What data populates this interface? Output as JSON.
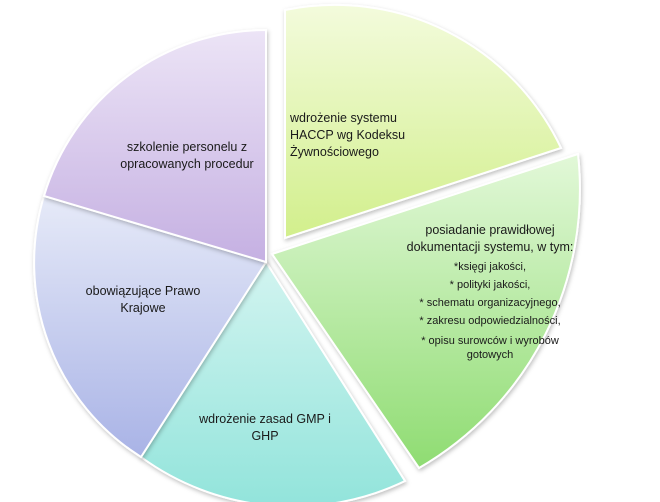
{
  "segments": {
    "haccp": {
      "lines": [
        "wdrożenie systemu",
        "HACCP wg Kodeksu",
        "Żywnościowego"
      ],
      "color_light": "#f3fbdc",
      "color_dark": "#d2ef8c"
    },
    "documentation": {
      "title_lines": [
        "posiadanie prawidłowej",
        "dokumentacji systemu, w tym:"
      ],
      "items": [
        "*księgi jakości,",
        "* polityki jakości,",
        "* schematu organizacyjnego,",
        "* zakresu odpowiedzialności,",
        "* opisu surowców i wyrobów",
        "gotowych"
      ],
      "color_light": "#e2f8d8",
      "color_dark": "#8fdc72"
    },
    "gmp": {
      "lines": [
        "wdrożenie zasad GMP i",
        "GHP"
      ],
      "color_light": "#d2f4f0",
      "color_dark": "#92e4db"
    },
    "law": {
      "lines": [
        "obowiązujące Prawo",
        "Krajowe"
      ],
      "color_light": "#e6eaf8",
      "color_dark": "#a9b3e6"
    },
    "training": {
      "lines": [
        "szkolenie personelu z",
        "opracowanych procedur"
      ],
      "color_light": "#ece4f6",
      "color_dark": "#c5b0e2"
    }
  }
}
